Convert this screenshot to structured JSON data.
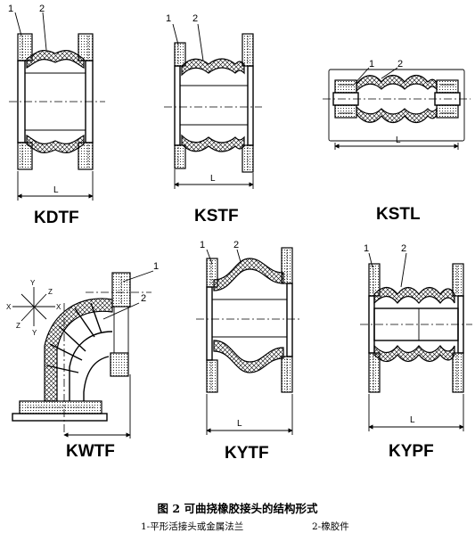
{
  "figure": {
    "caption": "图 2   可曲挠橡胶接头的结构形式",
    "legend": [
      "1-平形活接头或金属法兰",
      "2-橡胶件"
    ]
  },
  "panels": [
    {
      "id": "kdtf",
      "model": "KDTF",
      "callouts": [
        "1",
        "2"
      ],
      "dimension": "L"
    },
    {
      "id": "kstf",
      "model": "KSTF",
      "callouts": [
        "1",
        "2"
      ],
      "dimension": "L"
    },
    {
      "id": "kstl",
      "model": "KSTL",
      "callouts": [
        "1",
        "2"
      ],
      "dimension": "L"
    },
    {
      "id": "kwtf",
      "model": "KWTF",
      "callouts": [
        "1",
        "2"
      ],
      "axes": [
        "Y",
        "Z",
        "X",
        "X",
        "Z",
        "Y"
      ]
    },
    {
      "id": "kytf",
      "model": "KYTF",
      "callouts": [
        "1",
        "2"
      ],
      "dimension": "L"
    },
    {
      "id": "kypf",
      "model": "KYPF",
      "callouts": [
        "1",
        "2"
      ],
      "dimension": "L"
    }
  ]
}
